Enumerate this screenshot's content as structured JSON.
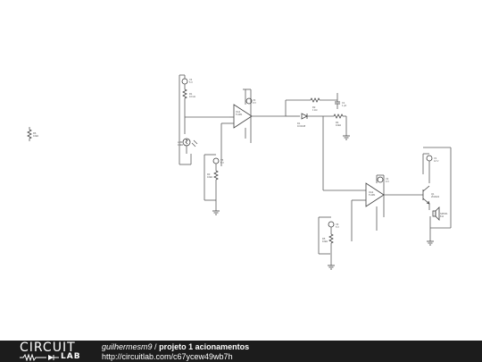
{
  "footer": {
    "logo_top": "CIRCUIT",
    "logo_bottom": "LAB",
    "author": "guilhermesm9",
    "separator": "/",
    "title": "projeto 1 acionamentos",
    "url": "http://circuitlab.com/c67ycew49wb7h"
  },
  "labels": {
    "r_left": "R6\n10kΩ",
    "v_top": "V4\n5 V",
    "r_top": "R1\n10 kΩ",
    "ldr": "LDR1\n10kΩ",
    "v_op1": "V3\n9 V",
    "opamp1": "OA1\nTL081",
    "v_pot1": "V5\n5 V",
    "pot1": "R3\n10kΩ",
    "r_mid": "R2\n1 kΩ",
    "diode": "D1\n1N4148",
    "cap": "C1\n1 µF",
    "r_right": "R4\n10kΩ",
    "v_op2": "V2\n9 V",
    "opamp2": "OA2\nTL081",
    "v_pot2": "V6\n5 V",
    "pot2": "R5\n10kΩ",
    "v_transistor": "V1\n12 V",
    "transistor": "Q1\n2N2222",
    "speaker": "SPKR1\n8 Ω"
  }
}
